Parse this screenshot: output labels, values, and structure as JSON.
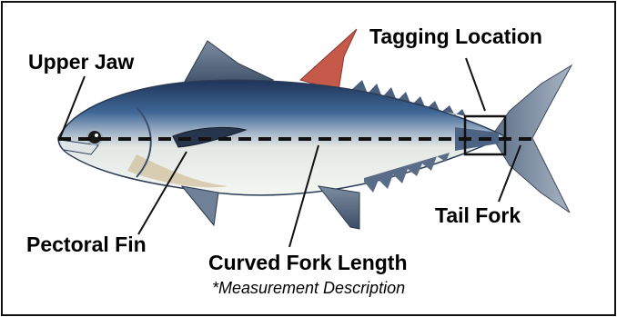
{
  "labels": {
    "upper_jaw": "Upper Jaw",
    "tagging_location": "Tagging Location",
    "pectoral_fin": "Pectoral Fin",
    "curved_fork_length": "Curved Fork Length",
    "measurement_description": "*Measurement Description",
    "tail_fork": "Tail Fork"
  },
  "colors": {
    "frame": "#111111",
    "back": "#2f4e7e",
    "belly": "#eef2ec",
    "fin_red": "#c65a4a",
    "measure_line": "#111111"
  }
}
